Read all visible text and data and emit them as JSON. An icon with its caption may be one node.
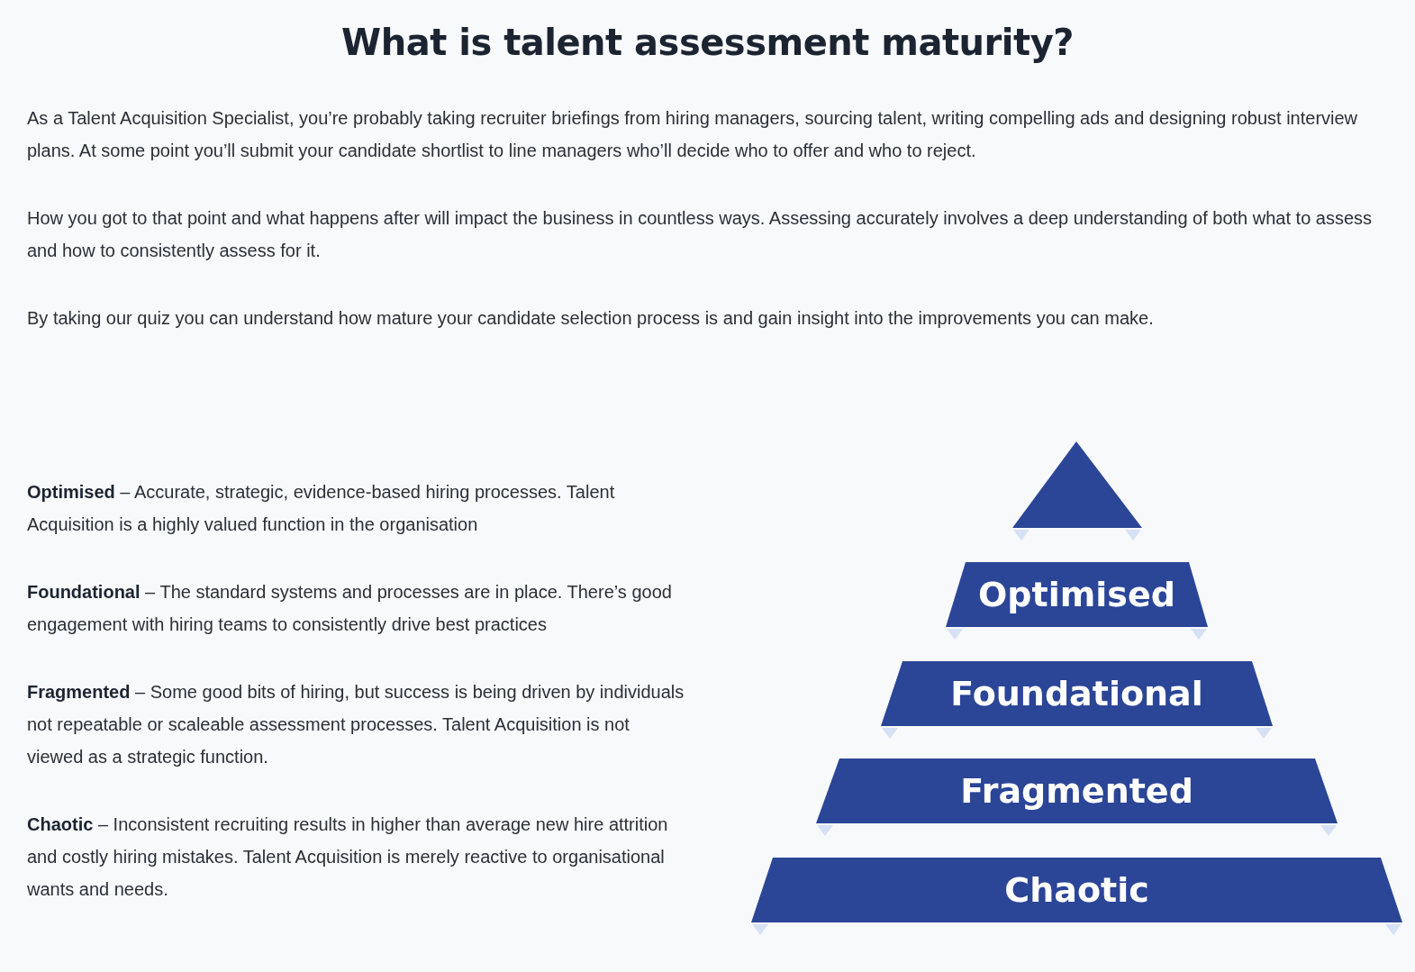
{
  "diagram": {
    "title": "What is talent assessment maturity?",
    "nodes": [
      {
        "text": [],
        "shape": "triangle"
      },
      {
        "text": [
          "Optimised"
        ]
      },
      {
        "text": [
          "Foundational"
        ]
      },
      {
        "text": [
          "Fragmented"
        ]
      },
      {
        "text": [
          "Chaotic"
        ]
      }
    ],
    "labels": [
      "As a Talent Acquisition Specialist, you’re probably taking recruiter briefings from hiring managers, sourcing talent, writing compelling ads and designing robust interview plans. At some point you’ll submit your candidate shortlist to line managers who’ll decide who to offer and who to reject.",
      "How you got to that point and what happens after will impact the business in countless ways. Assessing accurately involves a deep understanding of both what to assess and how to consistently assess for it.",
      "By taking our quiz you can understand how mature your candidate selection process is and gain insight into the improvements you can make.",
      "**Optimised** – Accurate, strategic, evidence-based hiring processes. Talent Acquisition is a highly valued function in the organisation",
      "**Foundational** – The standard systems and processes are in place. There’s good engagement with hiring teams to consistently drive best practices",
      "**Fragmented** – Some good bits of hiring, but success is being driven by individuals not repeatable or scaleable assessment processes. Talent Acquisition is not viewed as a strategic function.",
      "**Chaotic** – Inconsistent recruiting results in higher than average new hire attrition and costly hiring mistakes. Talent Acquisition is merely reactive to organisational wants and needs."
    ]
  }
}
